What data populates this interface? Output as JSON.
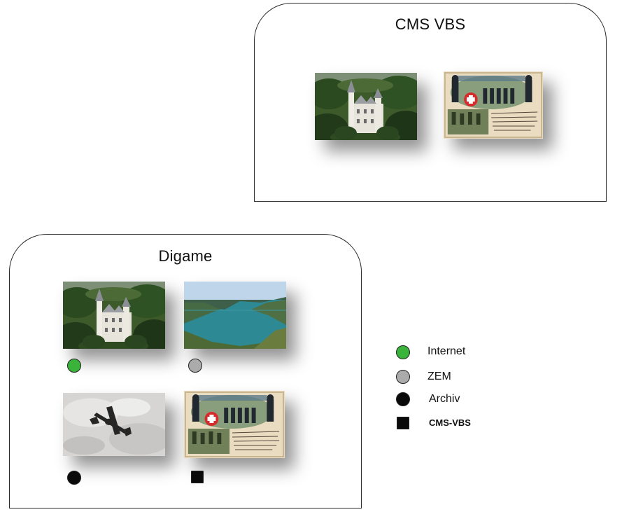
{
  "colors": {
    "internet": "#3ab33a",
    "zem": "#ababab",
    "archiv": "#0a0a0a",
    "cms_vbs": "#0a0a0a"
  },
  "cms_vbs_panel": {
    "title": "CMS VBS",
    "images": [
      {
        "subject": "castle-photo"
      },
      {
        "subject": "postcard-soldiers"
      }
    ]
  },
  "digame_panel": {
    "title": "Digame",
    "images": [
      {
        "subject": "castle-photo",
        "source": "internet"
      },
      {
        "subject": "lake-landscape-photo",
        "source": "zem"
      },
      {
        "subject": "airplane-photo",
        "source": "archiv"
      },
      {
        "subject": "postcard-soldiers",
        "source": "cms_vbs"
      }
    ]
  },
  "legend": [
    {
      "shape": "circle",
      "color": "#3ab33a",
      "label": "Internet"
    },
    {
      "shape": "circle",
      "color": "#ababab",
      "label": "ZEM"
    },
    {
      "shape": "circle",
      "color": "#0a0a0a",
      "label": "Archiv"
    },
    {
      "shape": "square",
      "color": "#0a0a0a",
      "label": "CMS-VBS"
    }
  ]
}
